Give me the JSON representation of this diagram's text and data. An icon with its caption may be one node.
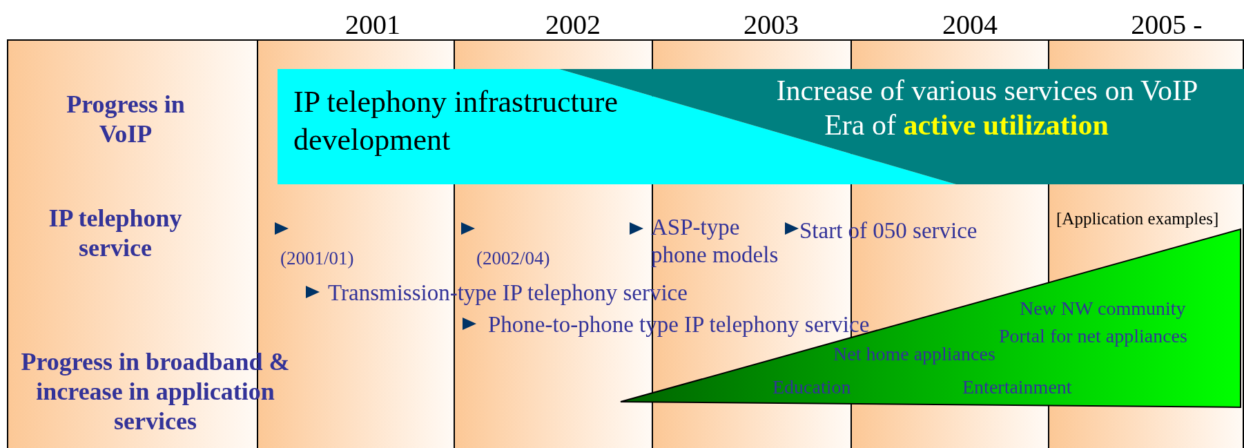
{
  "diagram": {
    "nodes": [
      {
        "text": [
          "IP telephony infrastructure development"
        ]
      },
      {
        "text": [
          "Increase of various services on VoIP",
          "Era of **active utilization**"
        ]
      },
      {
        "text": [
          "New NW community",
          "Portal for net appliances",
          "Net home appliances",
          "Education",
          "Entertainment"
        ]
      }
    ],
    "labels": [
      "2001",
      "2002",
      "2003",
      "2004",
      "2005 -",
      "Progress in VoIP",
      "IP telephony service",
      "(2001/01)",
      "(2002/04)",
      "ASP-type phone models",
      "Start of 050 service",
      "Transmission-type IP telephony service",
      "Phone-to-phone type IP telephony service",
      "[Application examples]",
      "Progress in broadband & increase in application services"
    ]
  }
}
